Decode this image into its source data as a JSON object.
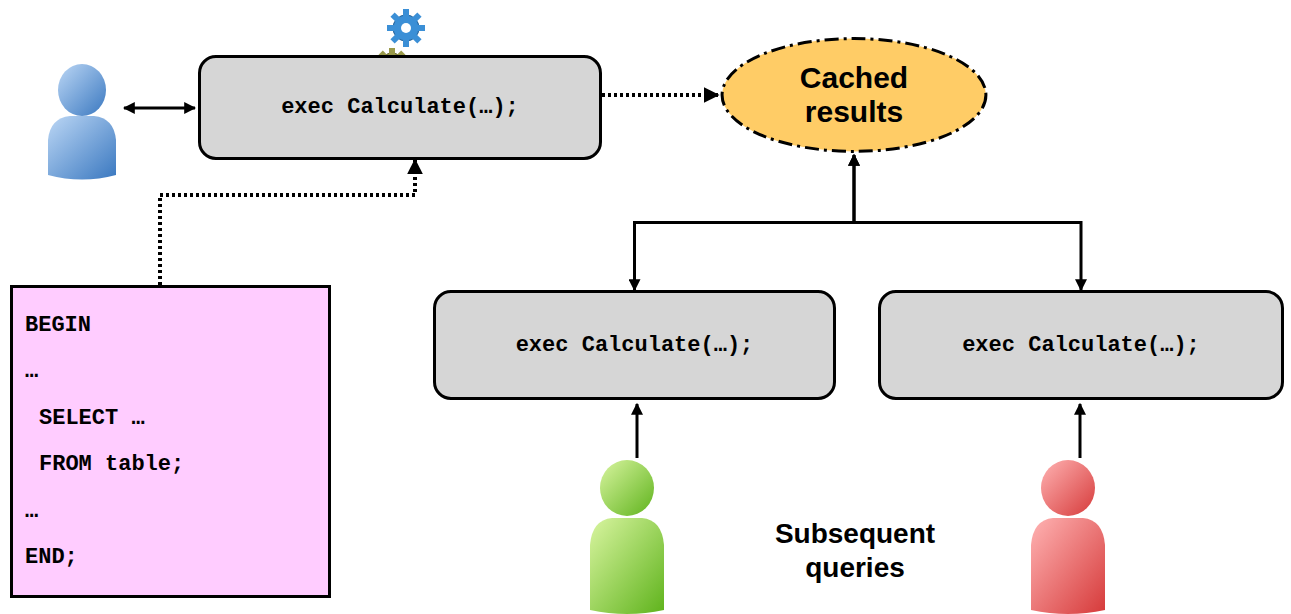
{
  "diagram": {
    "nodes": [
      {
        "text": [
          "exec Calculate(…);"
        ]
      },
      {
        "text": [
          "Cached results"
        ]
      },
      {
        "text": [
          "exec Calculate(…);"
        ]
      },
      {
        "text": [
          "exec Calculate(…);"
        ]
      },
      {
        "text": [
          "BEGIN",
          "…",
          "SELECT …",
          "FROM table;",
          "…",
          "END;"
        ]
      }
    ],
    "edges": [
      {
        "from": 0,
        "to": 1,
        "arrow": "to"
      },
      {
        "from": 4,
        "to": 0,
        "arrow": "to"
      },
      {
        "from": 1,
        "to": 2,
        "arrow": "both"
      },
      {
        "from": 1,
        "to": 3,
        "arrow": "both"
      }
    ],
    "labels": [
      "Subsequent queries"
    ]
  }
}
